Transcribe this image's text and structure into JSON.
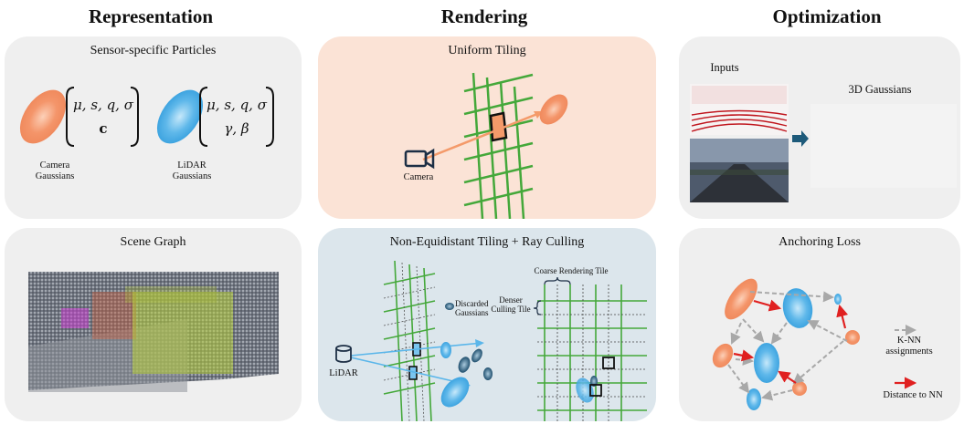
{
  "columns": {
    "representation": "Representation",
    "rendering": "Rendering",
    "optimization": "Optimization"
  },
  "panels": {
    "particles": {
      "title": "Sensor-specific Particles",
      "camera_params_line1": "μ, s, q, σ",
      "camera_params_line2": "c",
      "lidar_params_line1": "μ, s, q, σ",
      "lidar_params_line2": "γ, β",
      "camera_label_1": "Camera",
      "camera_label_2": "Gaussians",
      "lidar_label_1": "LiDAR",
      "lidar_label_2": "Gaussians"
    },
    "scene_graph": {
      "title": "Scene Graph"
    },
    "uniform_tiling": {
      "title": "Uniform Tiling",
      "camera_label": "Camera"
    },
    "non_equidistant": {
      "title": "Non-Equidistant Tiling + Ray Culling",
      "lidar_label": "LiDAR",
      "discarded_1": "Discarded",
      "discarded_2": "Gaussians",
      "coarse_tile": "Coarse Rendering Tile",
      "denser_1": "Denser",
      "denser_2": "Culling Tile"
    },
    "inputs": {
      "inputs_label": "Inputs",
      "gaussians_label": "3D Gaussians"
    },
    "anchoring": {
      "title": "Anchoring Loss",
      "knn_1": "K-NN",
      "knn_2": "assignments",
      "distance_label": "Distance to NN"
    }
  },
  "colors": {
    "panel_gray": "#efefef",
    "panel_orange": "#fbe3d6",
    "panel_blue": "#dce6ec",
    "camera_orange": "#f08a5d",
    "lidar_blue": "#3ea4e0",
    "grid_green": "#44a83a",
    "arrow_red": "#e02020"
  }
}
